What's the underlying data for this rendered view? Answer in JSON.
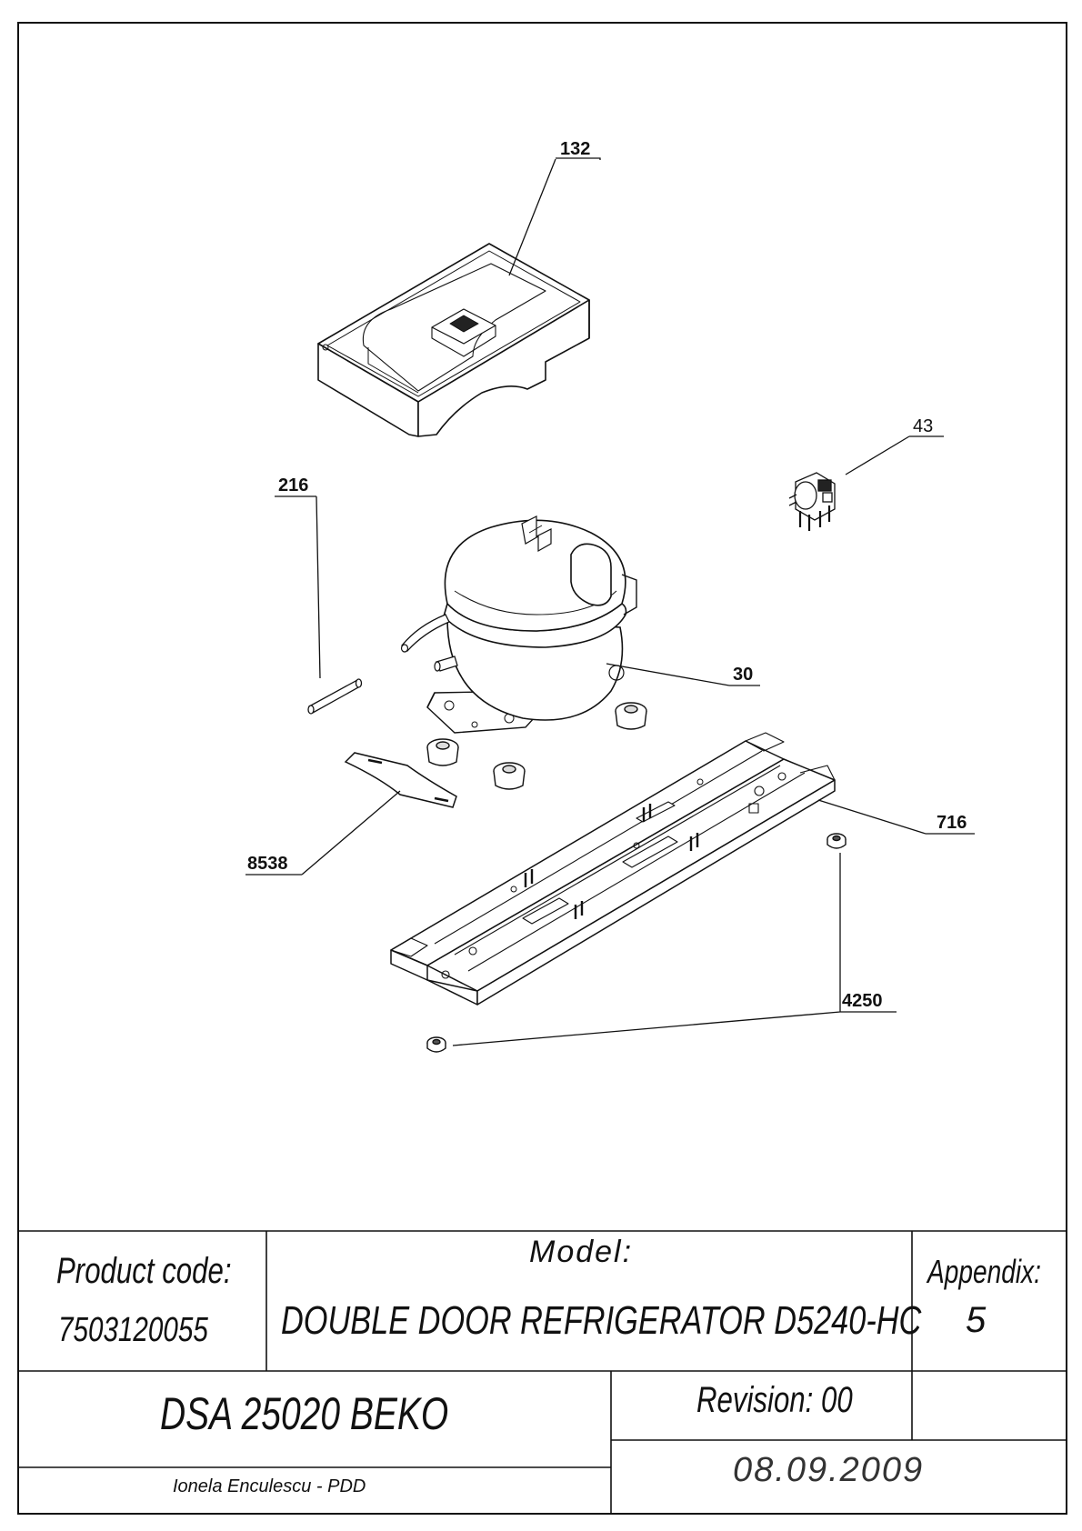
{
  "callouts": [
    {
      "id": "132",
      "label": "132"
    },
    {
      "id": "43",
      "label": "43"
    },
    {
      "id": "216",
      "label": "216"
    },
    {
      "id": "30",
      "label": "30"
    },
    {
      "id": "716",
      "label": "716"
    },
    {
      "id": "8538",
      "label": "8538"
    },
    {
      "id": "4250",
      "label": "4250"
    }
  ],
  "title_block": {
    "product_code_label": "Product code:",
    "product_code": "7503120055",
    "model_label": "Model:",
    "model": "DOUBLE DOOR REFRIGERATOR D5240-HC",
    "appendix_label": "Appendix:",
    "appendix": "5",
    "drawing_name": "DSA 25020 BEKO",
    "revision": "Revision: 00",
    "author": "Ionela Enculescu - PDD",
    "date": "08.09.2009"
  }
}
